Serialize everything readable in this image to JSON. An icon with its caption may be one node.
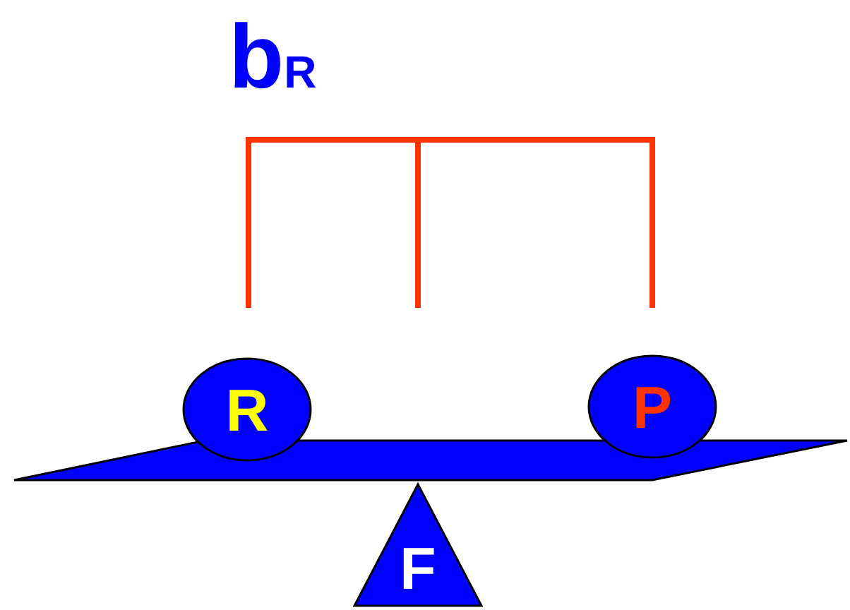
{
  "diagram": {
    "nodes": [
      {
        "text": [
          "R"
        ]
      },
      {
        "text": [
          "P"
        ]
      },
      {
        "text": [],
        "shape": "bar"
      },
      {
        "text": [
          "F"
        ]
      }
    ],
    "labels": [
      "b$_{R}$"
    ]
  }
}
